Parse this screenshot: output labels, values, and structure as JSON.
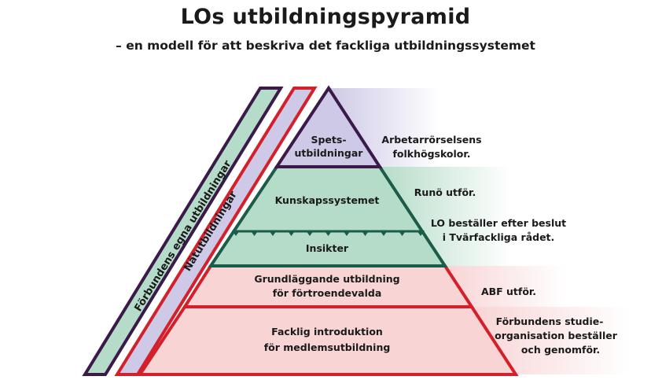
{
  "title": "LOs utbildningspyramid",
  "subtitle": "– en modell för att beskriva det fackliga utbildningssystemet",
  "levels": {
    "spets_line1": "Spets-",
    "spets_line2": "utbildningar",
    "kunskap": "Kunskapssystemet",
    "insikter": "Insikter",
    "grund_line1": "Grundläggande utbildning",
    "grund_line2": "för förtroendevalda",
    "intro_line1": "Facklig introduktion",
    "intro_line2": "för medlemsutbildning"
  },
  "annotations": {
    "folkhog_line1": "Arbetarrörselsens",
    "folkhog_line2": "folkhögskolor.",
    "runo": "Runö utför.",
    "lo_line1": "LO beställer efter beslut",
    "lo_line2": "i Tvärfackliga rådet.",
    "abf": "ABF utför.",
    "forb_line1": "Förbundens studie-",
    "forb_line2": "organisation beställer",
    "forb_line3": "och genomför."
  },
  "bands": {
    "egna": "Förbundens egna utbildningar",
    "nat": "Nätutbildningar"
  },
  "colors": {
    "purple_fill": "#cdc9e6",
    "purple_stroke": "#3b1a4a",
    "green_fill": "#b5dcc8",
    "green_stroke": "#1c5d4a",
    "pink_fill": "#f8d4d5",
    "red_stroke": "#d3202b",
    "band_green_fill": "#b5dcc8",
    "band_purple_fill": "#cdc9e6"
  }
}
